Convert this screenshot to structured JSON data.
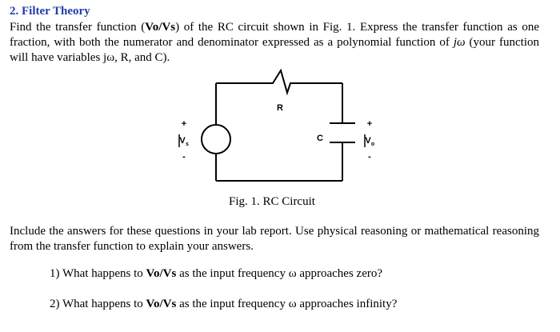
{
  "section_title": "2. Filter Theory",
  "intro": {
    "part1": "Find the transfer function (",
    "vovs": "Vo/Vs",
    "part2": ") of the RC circuit shown in Fig. 1. Express the transfer function as one fraction, with both the numerator and denominator expressed as a polynomial function of ",
    "jw": "jω",
    "part3": " (your function will have variables jω, R, and C)."
  },
  "figure": {
    "resistor_label": "R",
    "capacitor_label": "C",
    "source_plus": "+",
    "source_minus": "-",
    "source_label": "V",
    "source_sub": "s",
    "output_plus": "+",
    "output_minus": "-",
    "output_label": "V",
    "output_sub": "o",
    "caption": "Fig. 1. RC Circuit"
  },
  "instructions": "Include the answers for these questions in your lab report. Use physical reasoning or mathematical reasoning from the transfer function to explain your answers.",
  "questions": [
    {
      "prefix": "1) What happens to ",
      "bold": "Vo/Vs",
      "suffix": " as the input frequency ω approaches zero?"
    },
    {
      "prefix": "2) What happens to ",
      "bold": "Vo/Vs",
      "suffix": " as the input frequency ω approaches infinity?"
    }
  ]
}
